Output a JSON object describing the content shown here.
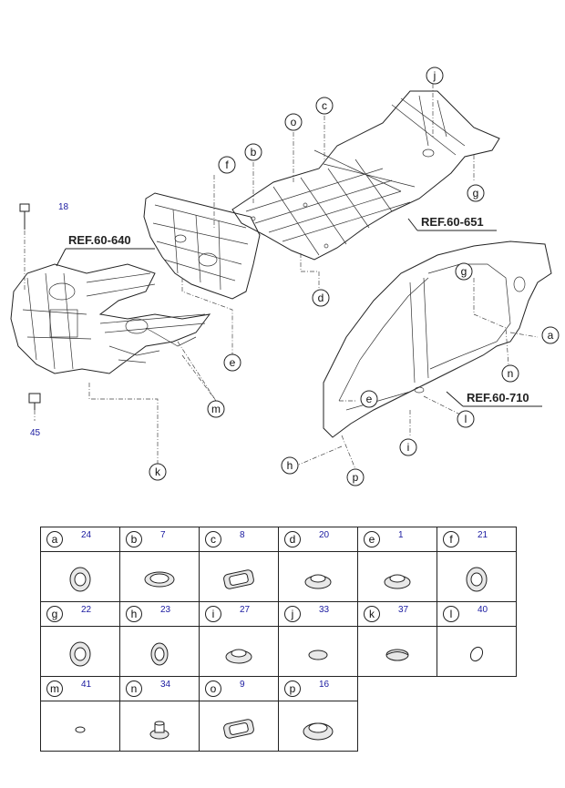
{
  "references": [
    {
      "id": "ref-60-640",
      "label": "REF.60-640"
    },
    {
      "id": "ref-60-651",
      "label": "REF.60-651"
    },
    {
      "id": "ref-60-710",
      "label": "REF.60-710"
    }
  ],
  "fastener_numbers": {
    "top": "18",
    "bottom": "45"
  },
  "callouts": [
    "a",
    "b",
    "c",
    "d",
    "e",
    "f",
    "g",
    "h",
    "i",
    "j",
    "k",
    "l",
    "m",
    "n",
    "o",
    "p"
  ],
  "parts_table": [
    [
      {
        "letter": "a",
        "number": "24",
        "shape": "grommet-round"
      },
      {
        "letter": "b",
        "number": "7",
        "shape": "grommet-flat"
      },
      {
        "letter": "c",
        "number": "8",
        "shape": "grommet-rect"
      },
      {
        "letter": "d",
        "number": "20",
        "shape": "plug-dome"
      },
      {
        "letter": "e",
        "number": "1",
        "shape": "plug-dome"
      },
      {
        "letter": "f",
        "number": "21",
        "shape": "grommet-round"
      }
    ],
    [
      {
        "letter": "g",
        "number": "22",
        "shape": "grommet-round"
      },
      {
        "letter": "h",
        "number": "23",
        "shape": "grommet-oval"
      },
      {
        "letter": "i",
        "number": "27",
        "shape": "plug-dome"
      },
      {
        "letter": "j",
        "number": "33",
        "shape": "plug-small"
      },
      {
        "letter": "k",
        "number": "37",
        "shape": "plug-oval"
      },
      {
        "letter": "l",
        "number": "40",
        "shape": "plug-ellipse"
      }
    ],
    [
      {
        "letter": "m",
        "number": "41",
        "shape": "plug-tiny"
      },
      {
        "letter": "n",
        "number": "34",
        "shape": "plug-stepped"
      },
      {
        "letter": "o",
        "number": "9",
        "shape": "grommet-rect"
      },
      {
        "letter": "p",
        "number": "16",
        "shape": "plug-dome-large"
      }
    ]
  ]
}
